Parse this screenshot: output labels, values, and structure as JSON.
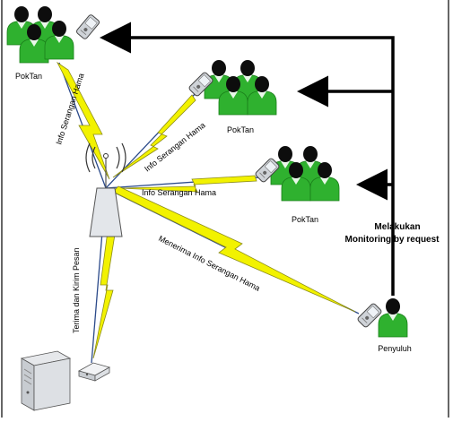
{
  "diagram": {
    "groups": [
      {
        "id": "g1",
        "label": "PokTan",
        "icon": "farmer-group-icon"
      },
      {
        "id": "g2",
        "label": "PokTan",
        "icon": "farmer-group-icon"
      },
      {
        "id": "g3",
        "label": "PokTan",
        "icon": "farmer-group-icon"
      }
    ],
    "extension_officer": {
      "label": "Penyuluh",
      "icon": "extension-officer-icon"
    },
    "links": {
      "g1": "Info Serangan Hama",
      "g2": "Info Serangan Hama",
      "g3": "Info Serangan Hama",
      "officer": "Menerima Info Serangan Hama",
      "server": "Terima dan Kirim Pesan"
    },
    "monitoring": {
      "line1": "Melakukan",
      "line2": "Monitoring by request"
    },
    "icons": {
      "tower": "cell-tower-icon",
      "server": "server-computer-icon",
      "modem": "gsm-modem-icon",
      "phone": "mobile-phone-icon"
    },
    "colors": {
      "person": "#2fb12f",
      "person_dark": "#1a7f1a",
      "head": "#0d0d0d",
      "bolt": "#f2f200",
      "bolt_stroke": "#8c8c1a",
      "link": "#2b4a8a",
      "arrow": "#000000"
    }
  }
}
